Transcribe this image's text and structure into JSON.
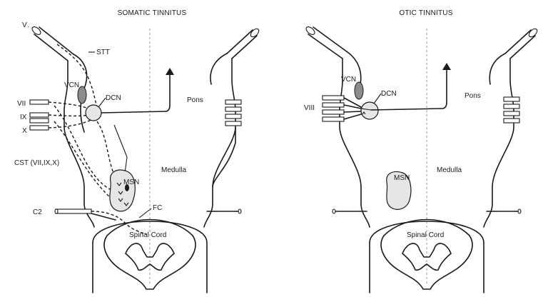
{
  "panels": [
    {
      "title": "SOMATIC TINNITUS",
      "labels": {
        "v": "V",
        "stt": "STT",
        "vcn": "VCN",
        "dcn": "DCN",
        "pons": "Pons",
        "vii": "VII",
        "ix": "IX",
        "x": "X",
        "cst": "CST (VII,IX,X)",
        "medulla": "Medulla",
        "msn": "MSN",
        "c2": "C2",
        "fc": "FC",
        "spinal_cord": "Spinal Cord"
      }
    },
    {
      "title": "OTIC TINNITUS",
      "labels": {
        "vcn": "VCN",
        "dcn": "DCN",
        "pons": "Pons",
        "viii": "VIII",
        "medulla": "Medulla",
        "msn": "MSN",
        "spinal_cord": "Spinal Cord"
      }
    }
  ]
}
